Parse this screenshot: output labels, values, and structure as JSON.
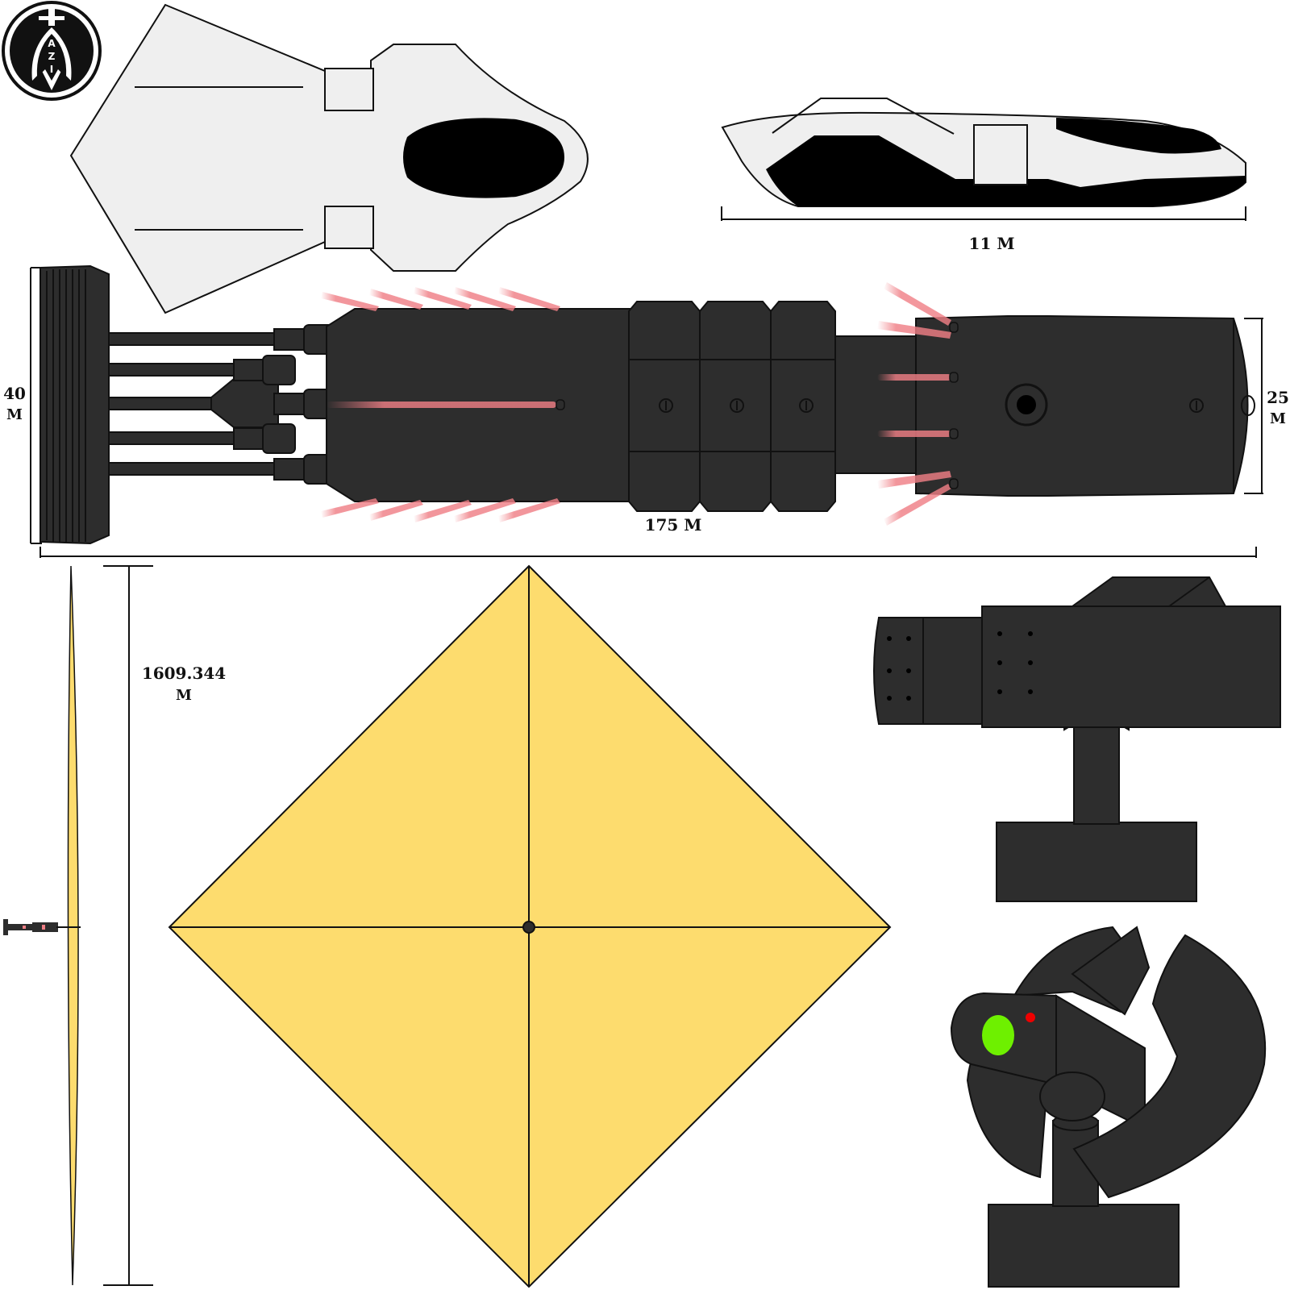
{
  "logo": {
    "text": "AZI"
  },
  "dimensions": {
    "shuttle_length": "11 M",
    "ship_length": "175 M",
    "ship_height_value": "40",
    "ship_height_unit": "M",
    "ship_body_height_value": "25",
    "ship_body_height_unit": "M",
    "sail_span_value": "1609.344",
    "sail_span_unit": "M"
  },
  "colors": {
    "hull_dark": "#2d2d2d",
    "shuttle_white": "#efefef",
    "sail_yellow": "#fddc6e",
    "thruster_glow": "#f07f86",
    "sensor_green": "#6ef000",
    "sensor_red": "#ee0000",
    "outline": "#111111"
  }
}
